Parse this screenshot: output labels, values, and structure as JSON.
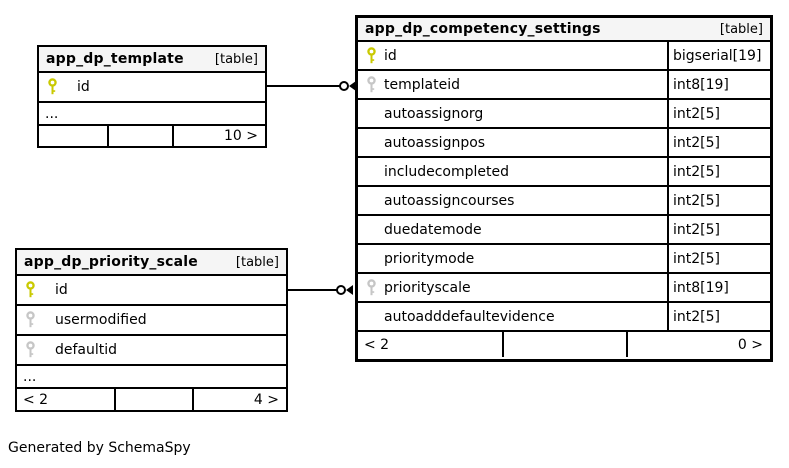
{
  "diagram": {
    "generated_by": "Generated by SchemaSpy"
  },
  "colors": {
    "primary_key_icon": "#c9c900",
    "foreign_key_icon": "#c6c6c6",
    "header_bg": "#f5f5f5",
    "border": "#000000",
    "background": "#ffffff"
  },
  "tables": [
    {
      "name": "app_dp_template",
      "badge": "[table]",
      "rows": [
        {
          "icon": "primary-key",
          "name": "id",
          "type": ""
        }
      ],
      "ellipsis": "...",
      "footer": {
        "left": "",
        "middle": "",
        "right": "10 >"
      }
    },
    {
      "name": "app_dp_competency_settings",
      "badge": "[table]",
      "rows": [
        {
          "icon": "primary-key",
          "name": "id",
          "type": "bigserial[19]"
        },
        {
          "icon": "foreign-key",
          "name": "templateid",
          "type": "int8[19]"
        },
        {
          "icon": "",
          "name": "autoassignorg",
          "type": "int2[5]"
        },
        {
          "icon": "",
          "name": "autoassignpos",
          "type": "int2[5]"
        },
        {
          "icon": "",
          "name": "includecompleted",
          "type": "int2[5]"
        },
        {
          "icon": "",
          "name": "autoassigncourses",
          "type": "int2[5]"
        },
        {
          "icon": "",
          "name": "duedatemode",
          "type": "int2[5]"
        },
        {
          "icon": "",
          "name": "prioritymode",
          "type": "int2[5]"
        },
        {
          "icon": "foreign-key",
          "name": "priorityscale",
          "type": "int8[19]"
        },
        {
          "icon": "",
          "name": "autoadddefaultevidence",
          "type": "int2[5]"
        }
      ],
      "footer": {
        "left": "< 2",
        "middle": "",
        "right": "0 >"
      }
    },
    {
      "name": "app_dp_priority_scale",
      "badge": "[table]",
      "rows": [
        {
          "icon": "primary-key",
          "name": "id",
          "type": ""
        },
        {
          "icon": "foreign-key",
          "name": "usermodified",
          "type": ""
        },
        {
          "icon": "foreign-key",
          "name": "defaultid",
          "type": ""
        }
      ],
      "ellipsis": "...",
      "footer": {
        "left": "< 2",
        "middle": "",
        "right": "4 >"
      }
    }
  ],
  "relationships": [
    {
      "from": "app_dp_template.id",
      "to": "app_dp_competency_settings.templateid"
    },
    {
      "from": "app_dp_priority_scale.id",
      "to": "app_dp_competency_settings.priorityscale"
    }
  ]
}
